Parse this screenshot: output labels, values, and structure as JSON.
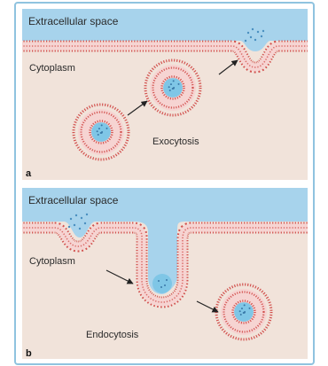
{
  "colors": {
    "frame_border": "#8fc3df",
    "extracellular": "#a7d3ec",
    "cytoplasm": "#f1e3da",
    "membrane_head": "#d2524f",
    "membrane_tail": "#f6d4d2",
    "vesicle_core": "#7fc6e6",
    "arrow": "#222222"
  },
  "panel_a": {
    "label": "a",
    "extracellular_label": "Extracellular space",
    "cytoplasm_label": "Cytoplasm",
    "process_label": "Exocytosis"
  },
  "panel_b": {
    "label": "b",
    "extracellular_label": "Extracellular space",
    "cytoplasm_label": "Cytoplasm",
    "process_label": "Endocytosis"
  }
}
